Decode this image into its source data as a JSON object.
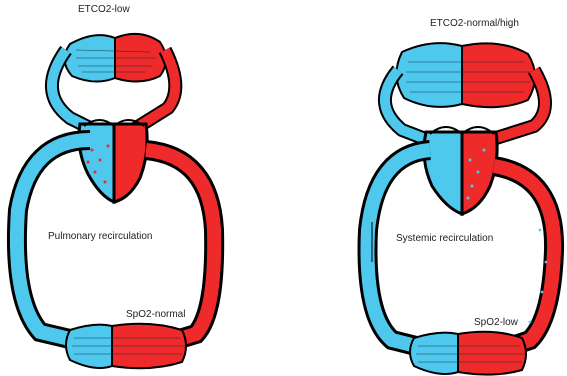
{
  "colors": {
    "blue": "#4fc8ee",
    "red": "#ee2a2a",
    "outline": "#000000",
    "background": "#ffffff"
  },
  "left_panel": {
    "top_label": "ETCO2-low",
    "center_label": "Pulmonary recirculation",
    "bottom_label": "SpO2-normal"
  },
  "right_panel": {
    "top_label": "ETCO2-normal/high",
    "center_label": "Systemic recirculation",
    "bottom_label": "SpO2-low"
  }
}
